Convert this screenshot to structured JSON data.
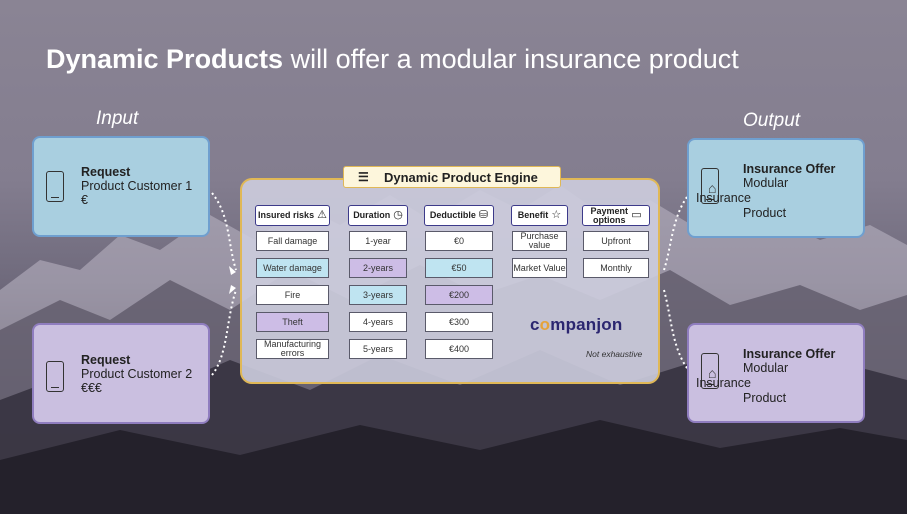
{
  "title": {
    "bold": "Dynamic Products",
    "rest": " will offer a modular insurance product"
  },
  "labels": {
    "input": "Input",
    "output": "Output"
  },
  "requests": [
    {
      "heading": "Request",
      "line1": "Product Customer 1",
      "line2": "€"
    },
    {
      "heading": "Request",
      "line1": "Product Customer 2",
      "line2": "€€€"
    }
  ],
  "offers": [
    {
      "heading": "Insurance Offer",
      "line1": "Modular",
      "line2": "Insurance",
      "line3": "Product"
    },
    {
      "heading": "Insurance Offer",
      "line1": "Modular",
      "line2": "Insurance",
      "line3": "Product"
    }
  ],
  "engine": {
    "title": "Dynamic Product Engine",
    "columns": [
      {
        "header": "Insured risks",
        "icon": "warning-icon",
        "cells": [
          {
            "text": "Fall damage",
            "color": "white"
          },
          {
            "text": "Water damage",
            "color": "blue"
          },
          {
            "text": "Fire",
            "color": "white"
          },
          {
            "text": "Theft",
            "color": "purple"
          },
          {
            "text": "Manufacturing errors",
            "color": "white"
          }
        ]
      },
      {
        "header": "Duration",
        "icon": "clock-icon",
        "cells": [
          {
            "text": "1-year",
            "color": "white"
          },
          {
            "text": "2-years",
            "color": "purple"
          },
          {
            "text": "3-years",
            "color": "blue"
          },
          {
            "text": "4-years",
            "color": "white"
          },
          {
            "text": "5-years",
            "color": "white"
          }
        ]
      },
      {
        "header": "Deductible",
        "icon": "money-icon",
        "cells": [
          {
            "text": "€0",
            "color": "white"
          },
          {
            "text": "€50",
            "color": "blue"
          },
          {
            "text": "€200",
            "color": "purple"
          },
          {
            "text": "€300",
            "color": "white"
          },
          {
            "text": "€400",
            "color": "white"
          }
        ]
      },
      {
        "header": "Benefit",
        "icon": "star-icon",
        "cells": [
          {
            "text": "Purchase value",
            "color": "white"
          },
          {
            "text": "Market Value",
            "color": "white"
          }
        ]
      },
      {
        "header": "Payment options",
        "icon": "cash-icon",
        "cells": [
          {
            "text": "Upfront",
            "color": "white"
          },
          {
            "text": "Monthly",
            "color": "white"
          }
        ]
      }
    ],
    "logo": "companjon",
    "note": "Not exhaustive"
  },
  "colors": {
    "blue_card": "#a9cfe0",
    "purple_card": "#cabfe0",
    "engine_border": "#e0b856",
    "header_border": "#3c3a8a",
    "blue_cell": "#bfe4f1",
    "purple_cell": "#cdbde6",
    "logo": "#2b2670",
    "logo_accent": "#e5a33a"
  }
}
